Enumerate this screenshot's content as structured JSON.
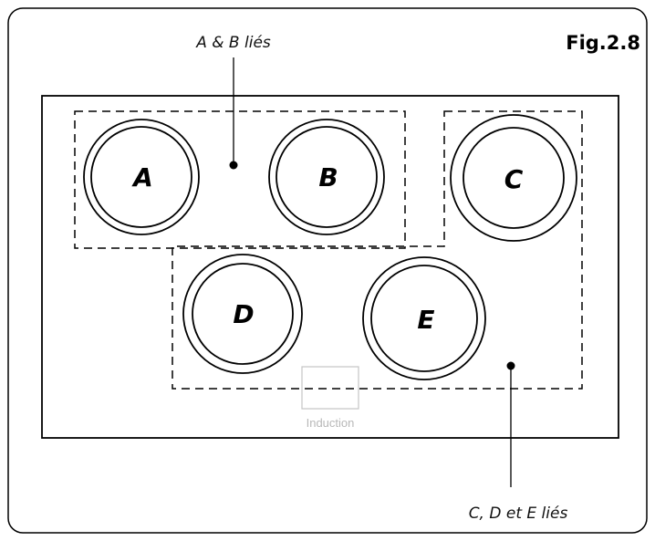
{
  "figure_label": "Fig.2.8",
  "zone_labels": {
    "ab_linked": "A & B liés",
    "cde_linked": "C, D et E liés"
  },
  "burners": {
    "a": "A",
    "b": "B",
    "c": "C",
    "d": "D",
    "e": "E"
  },
  "induction_label": "Induction",
  "colors": {
    "stroke": "#000000",
    "induction_mark": "#b8b8b8",
    "background": "#ffffff"
  }
}
